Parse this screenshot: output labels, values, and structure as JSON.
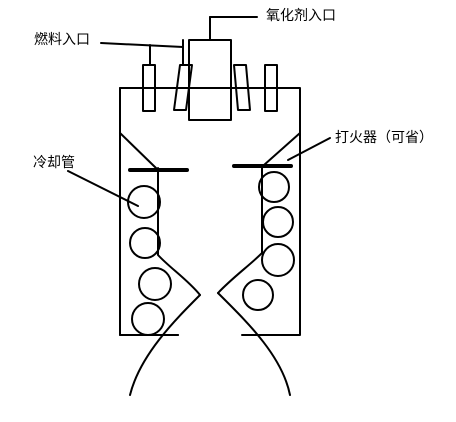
{
  "labels": {
    "fuel_inlet": "燃料入口",
    "oxidizer_inlet": "氧化剂入口",
    "coolant_pipe": "冷却管",
    "igniter": "打火器（可省）"
  },
  "colors": {
    "ink": "#000000",
    "background": "#ffffff"
  }
}
